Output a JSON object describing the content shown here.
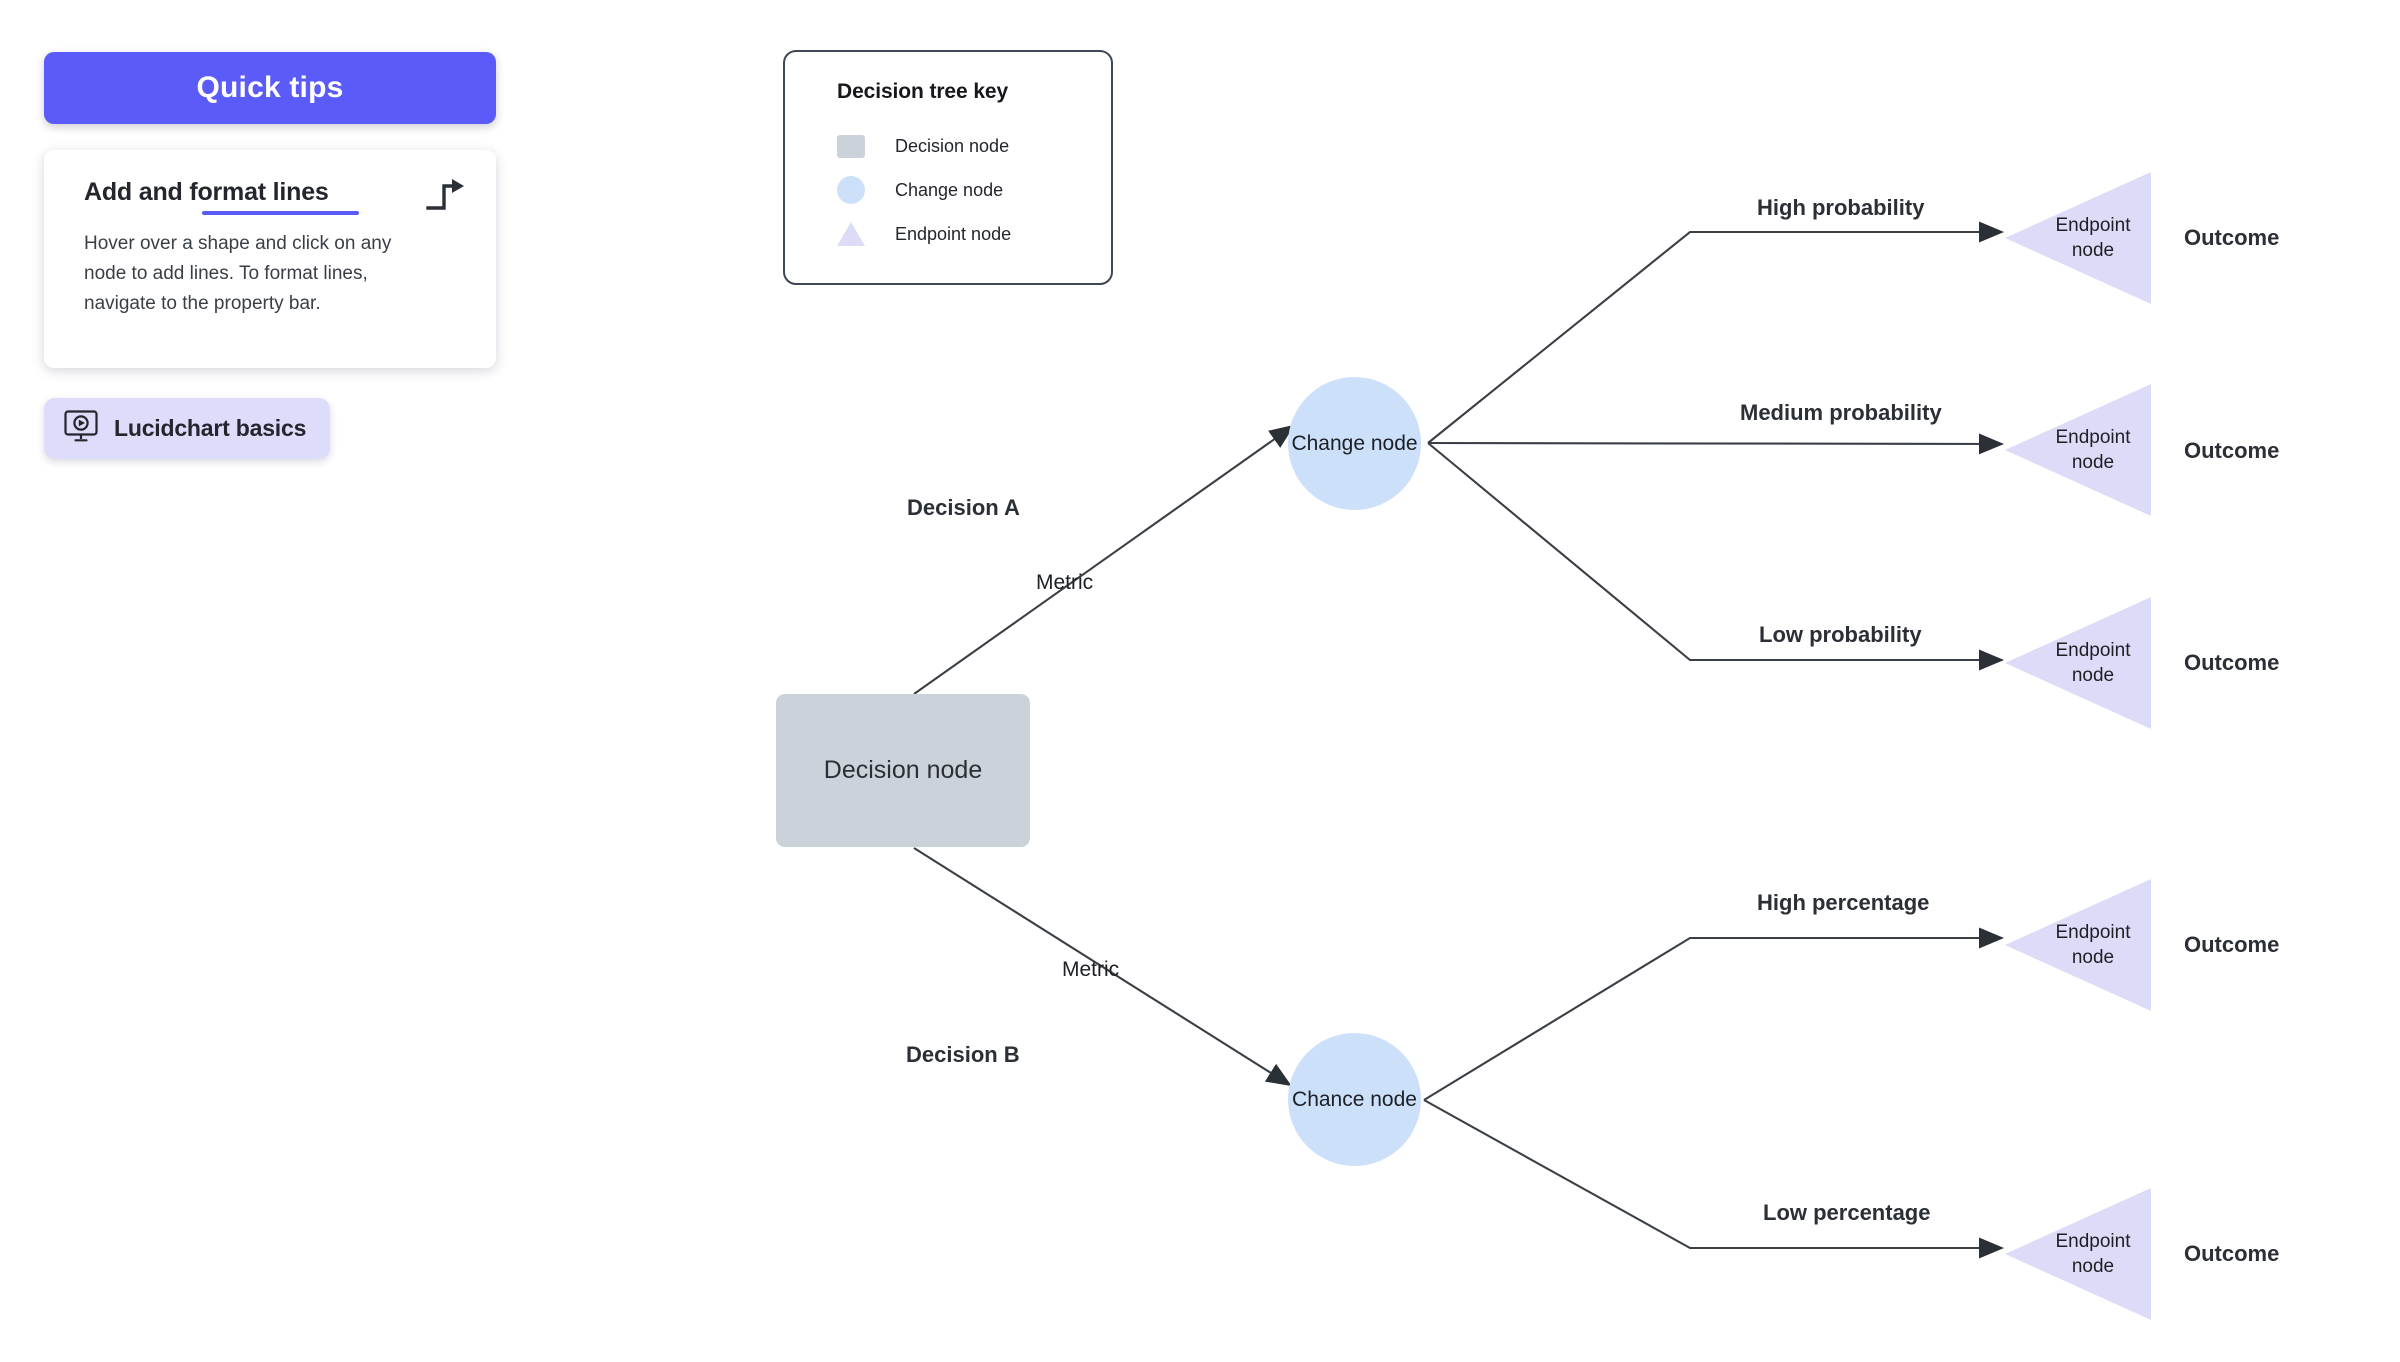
{
  "quick_tips": {
    "button_label": "Quick tips",
    "card": {
      "title": "Add and format lines",
      "body": "Hover over a shape and click on any node to add lines. To format lines, navigate to the property bar.",
      "icon": "elbow-line-arrow-icon"
    },
    "basics_chip": {
      "label": "Lucidchart basics",
      "icon": "monitor-play-icon"
    }
  },
  "key": {
    "title": "Decision tree key",
    "items": [
      {
        "label": "Decision node",
        "shape": "rectangle",
        "color": "#cbd2d9"
      },
      {
        "label": "Change node",
        "shape": "circle",
        "color": "#cce0fa"
      },
      {
        "label": "Endpoint node",
        "shape": "triangle",
        "color": "#dddcf8"
      }
    ]
  },
  "diagram": {
    "root": {
      "label": "Decision node",
      "shape": "rectangle",
      "color": "#cbd2d9"
    },
    "branches": [
      {
        "name": "Decision A",
        "metric": "Metric"
      },
      {
        "name": "Decision B",
        "metric": "Metric"
      }
    ],
    "chance_nodes": [
      {
        "label": "Change node",
        "shape": "circle",
        "color": "#cce0fa"
      },
      {
        "label": "Chance node",
        "shape": "circle",
        "color": "#cce0fa"
      }
    ],
    "endpoints": [
      {
        "branch_label": "High probability",
        "node_label": "Endpoint node",
        "outcome": "Outcome"
      },
      {
        "branch_label": "Medium probability",
        "node_label": "Endpoint node",
        "outcome": "Outcome"
      },
      {
        "branch_label": "Low probability",
        "node_label": "Endpoint node",
        "outcome": "Outcome"
      },
      {
        "branch_label": "High percentage",
        "node_label": "Endpoint node",
        "outcome": "Outcome"
      },
      {
        "branch_label": "Low percentage",
        "node_label": "Endpoint node",
        "outcome": "Outcome"
      }
    ],
    "colors": {
      "decision": "#cbd2d9",
      "chance": "#cce0fa",
      "endpoint": "#dddcf8",
      "line": "#3a3f46",
      "accent": "#5b5bfa"
    }
  }
}
